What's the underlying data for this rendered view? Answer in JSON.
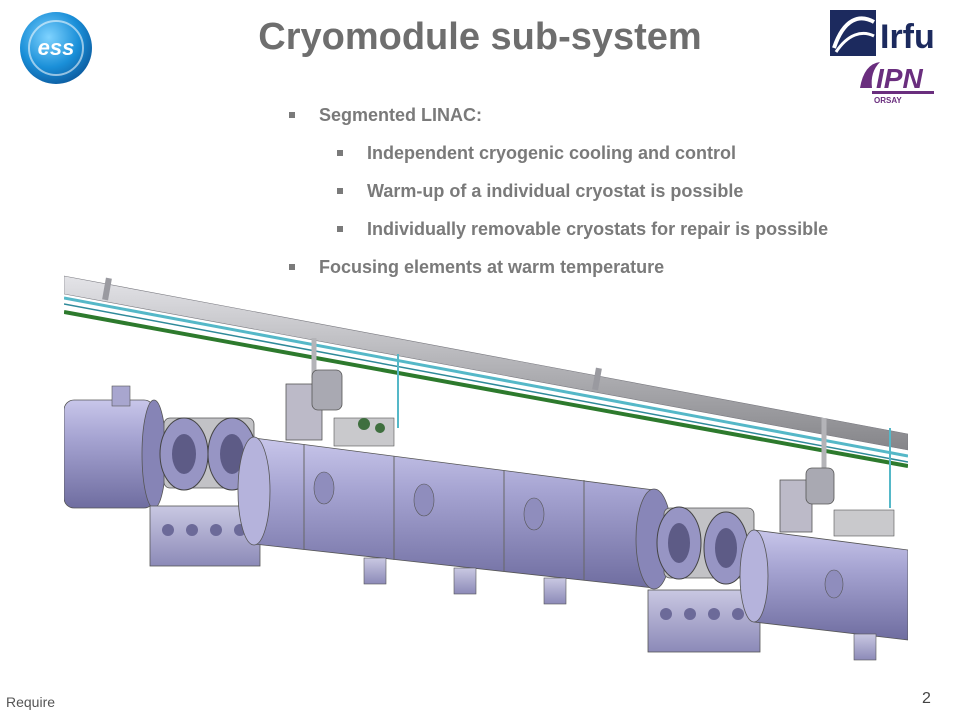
{
  "slide": {
    "title": "Cryomodule sub-system",
    "bullets": [
      {
        "level": 1,
        "text": "Segmented LINAC:"
      },
      {
        "level": 2,
        "text": "Independent cryogenic cooling and control"
      },
      {
        "level": 2,
        "text": "Warm-up of a individual cryostat is possible"
      },
      {
        "level": 2,
        "text": "Individually removable cryostats for repair is possible"
      },
      {
        "level": 1,
        "text": "Focusing elements at warm temperature"
      }
    ],
    "footer_text": "Require",
    "page_number": "2"
  },
  "logos": {
    "ess": {
      "text": "ess"
    },
    "irfu": {
      "text": "Irfu"
    },
    "ipn": {
      "text": "IPN",
      "subtext": "ORSAY"
    }
  },
  "colors": {
    "title": "#6e6e6e",
    "bullet_text": "#7a7a7a",
    "cryostat_body": "#9c9ac8",
    "pipe_gray": "#b4b4b8",
    "pipe_green": "#2d7a2d",
    "pipe_cyan": "#55b8c8",
    "ess_blue": "#1a8fd8",
    "irfu_navy": "#1c2a5e",
    "ipn_purple": "#6a2e7e"
  }
}
